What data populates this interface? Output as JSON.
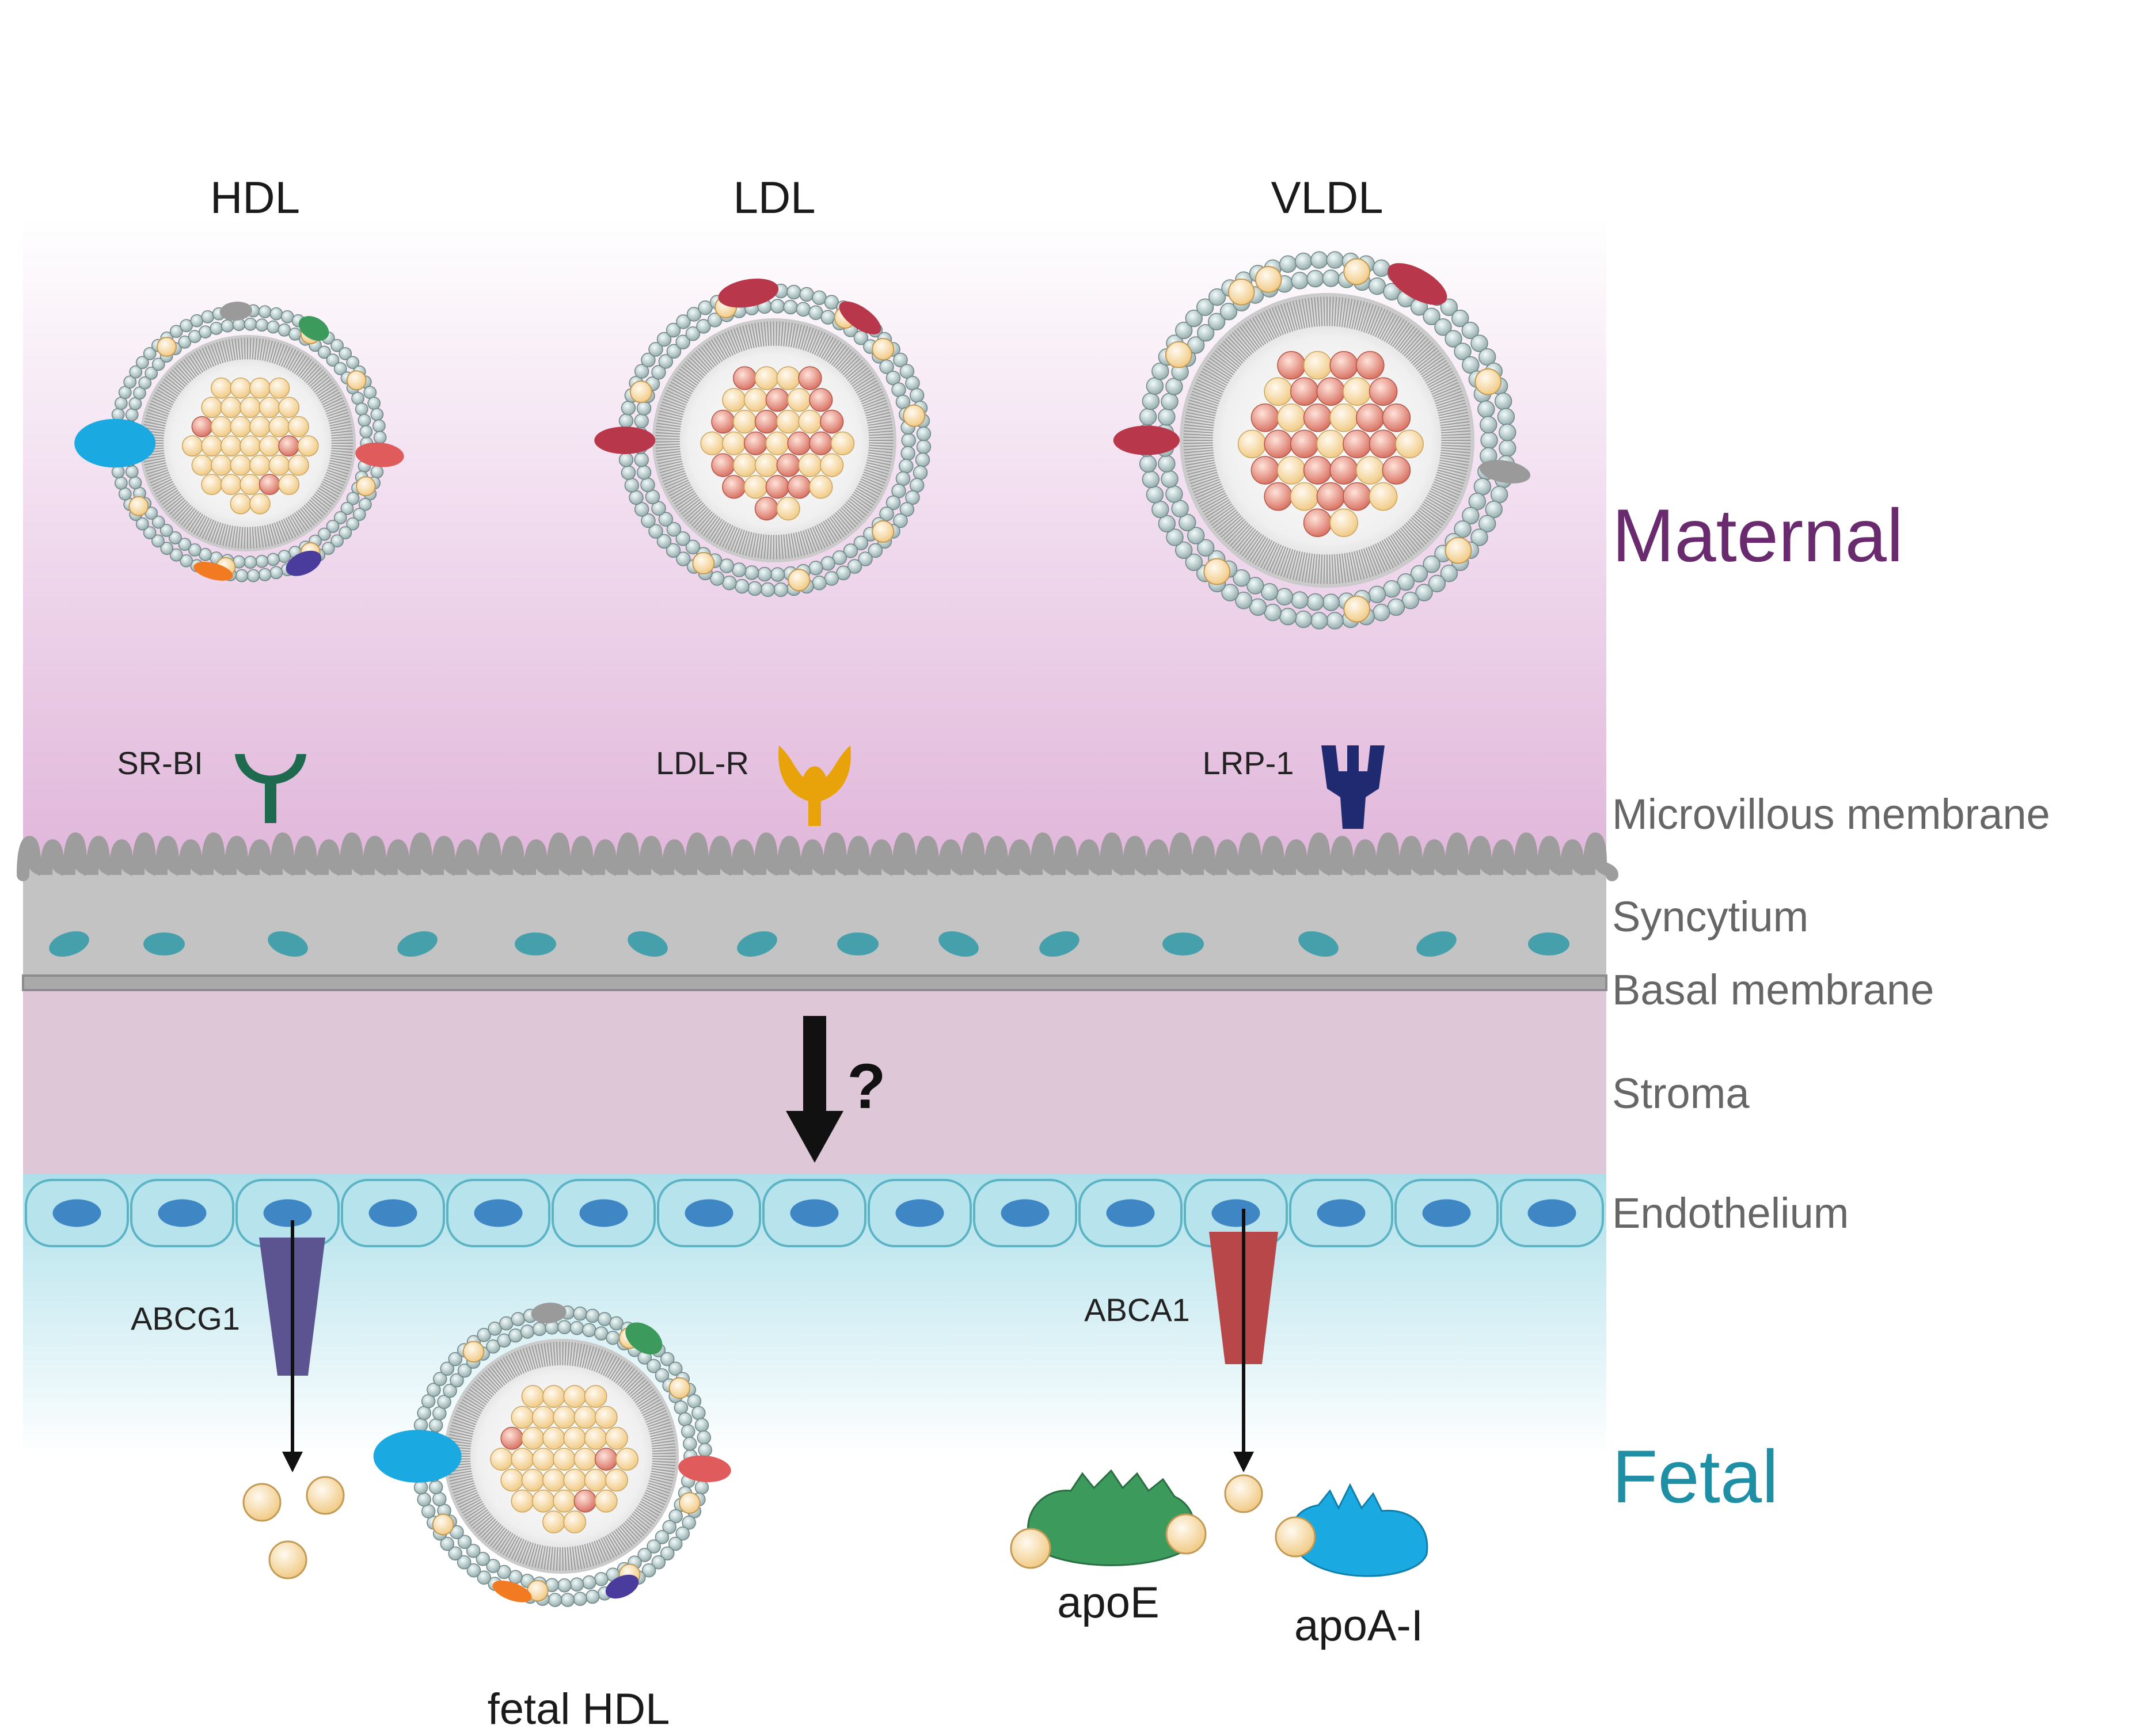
{
  "lipoproteins": {
    "hdl": "HDL",
    "ldl": "LDL",
    "vldl": "VLDL"
  },
  "compartments": {
    "maternal": "Maternal",
    "fetal": "Fetal"
  },
  "receptors": {
    "srbi": "SR-BI",
    "ldlr": "LDL-R",
    "lrp1": "LRP-1"
  },
  "layers": {
    "microvillous": "Microvillous membrane",
    "syncytium": "Syncytium",
    "basal": "Basal membrane",
    "stroma": "Stroma",
    "endothelium": "Endothelium"
  },
  "transporters": {
    "abcg1": "ABCG1",
    "abca1": "ABCA1"
  },
  "unknown_pathway": "?",
  "fetal_particles": {
    "fetal_hdl": "fetal HDL",
    "apoe": "apoE",
    "apoai": "apoA-I"
  },
  "colors": {
    "maternal_text": "#6a2a6e",
    "fetal_text": "#1f8fa6",
    "layer_text": "#666666",
    "srbi": "#1e6a4e",
    "ldlr": "#e8a20a",
    "lrp1": "#1f2a70",
    "abcg1": "#5c5490",
    "abca1": "#b8474a",
    "apoe": "#3c9a5c",
    "apoai": "#1aa9e0",
    "apob": "#b8374a"
  }
}
